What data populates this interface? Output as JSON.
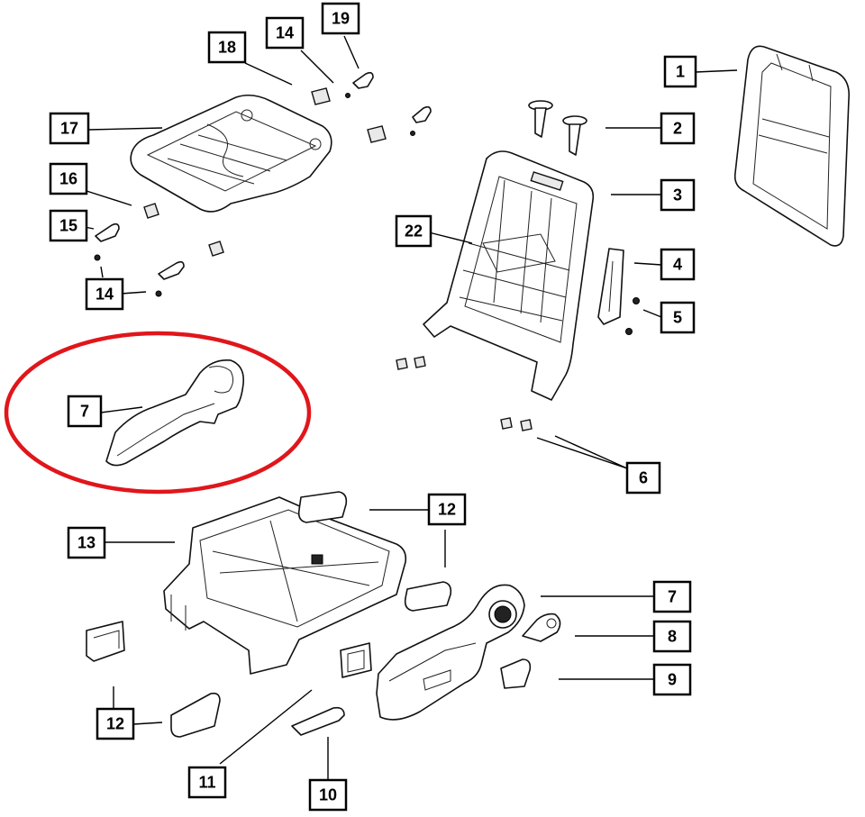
{
  "diagram": {
    "callouts": {
      "c1": "1",
      "c2": "2",
      "c3": "3",
      "c4": "4",
      "c5": "5",
      "c6": "6",
      "c7_top": "7",
      "c7_highlight": "7",
      "c8": "8",
      "c9": "9",
      "c10": "10",
      "c11": "11",
      "c12_top": "12",
      "c12_left": "12",
      "c13": "13",
      "c14_top": "14",
      "c14_left": "14",
      "c15": "15",
      "c16": "16",
      "c17": "17",
      "c18": "18",
      "c19": "19",
      "c22": "22"
    },
    "highlight_color": "#e0161b"
  }
}
